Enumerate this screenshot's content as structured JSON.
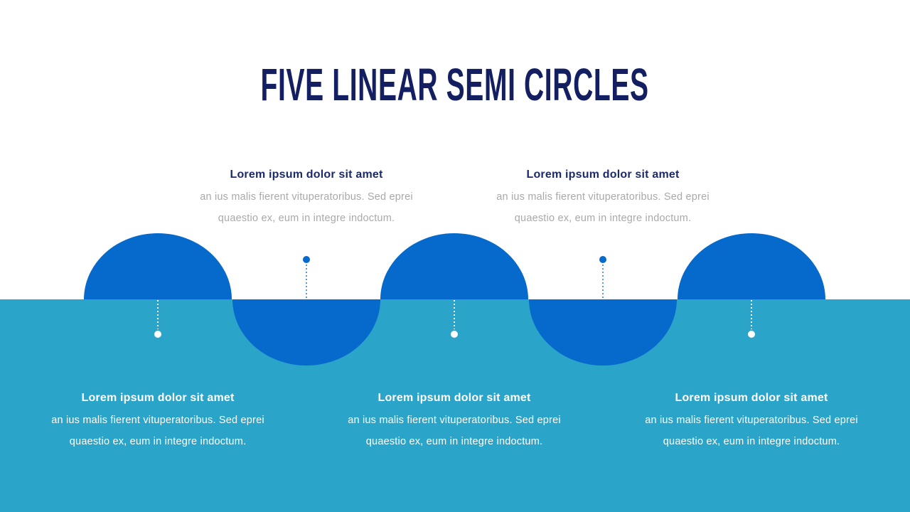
{
  "slide": {
    "title": "FIVE LINEAR SEMI CIRCLES"
  },
  "colors": {
    "semi_circle_blue": "#0669CC",
    "band_teal": "#2BA4C9",
    "title_navy": "#141F62",
    "heading_navy": "#1B2A6B",
    "body_gray": "#A9A9A9",
    "connector_blue": "#5B9BD5",
    "white": "#FFFFFF"
  },
  "items": [
    {
      "position": "up",
      "label_side": "bottom",
      "heading": "Lorem ipsum dolor sit amet",
      "body_lines": [
        "an ius malis fierent vituperatoribus. Sed eprei",
        "quaestio ex, eum in integre indoctum."
      ]
    },
    {
      "position": "down",
      "label_side": "top",
      "heading": "Lorem ipsum dolor sit amet",
      "body_lines": [
        "an ius malis fierent vituperatoribus. Sed eprei",
        "quaestio ex, eum in integre indoctum."
      ]
    },
    {
      "position": "up",
      "label_side": "bottom",
      "heading": "Lorem ipsum dolor sit amet",
      "body_lines": [
        "an ius malis fierent vituperatoribus. Sed eprei",
        "quaestio ex, eum in integre indoctum."
      ]
    },
    {
      "position": "down",
      "label_side": "top",
      "heading": "Lorem ipsum dolor sit amet",
      "body_lines": [
        "an ius malis fierent vituperatoribus. Sed eprei",
        "quaestio ex, eum in integre indoctum."
      ]
    },
    {
      "position": "up",
      "label_side": "bottom",
      "heading": "Lorem ipsum dolor sit amet",
      "body_lines": [
        "an ius malis fierent vituperatoribus. Sed eprei",
        "quaestio ex, eum in integre indoctum."
      ]
    }
  ]
}
